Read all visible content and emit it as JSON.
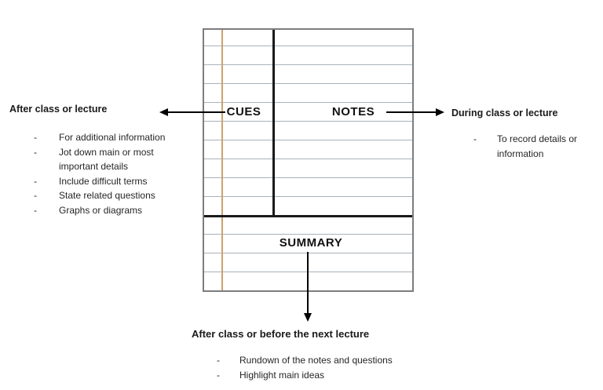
{
  "notebook": {
    "cues_label": "CUES",
    "notes_label": "NOTES",
    "summary_label": "SUMMARY"
  },
  "left_annotation": {
    "heading": "After class or lecture",
    "items": [
      "For additional information",
      "Jot down main or most important details",
      "Include difficult terms",
      "State related questions",
      "Graphs or diagrams"
    ]
  },
  "right_annotation": {
    "heading": "During class or lecture",
    "items": [
      "To record details or information"
    ]
  },
  "bottom_annotation": {
    "heading": "After class or before the next lecture",
    "items": [
      "Rundown of the notes and questions",
      "Highlight main ideas"
    ]
  },
  "bullet_char": "-",
  "colors": {
    "ruled_line": "#a8b2ba",
    "margin_line": "#c9a26f",
    "page_border": "#7d7d7d",
    "divider": "#1a1a1a",
    "arrow": "#000000",
    "text": "#262626"
  }
}
